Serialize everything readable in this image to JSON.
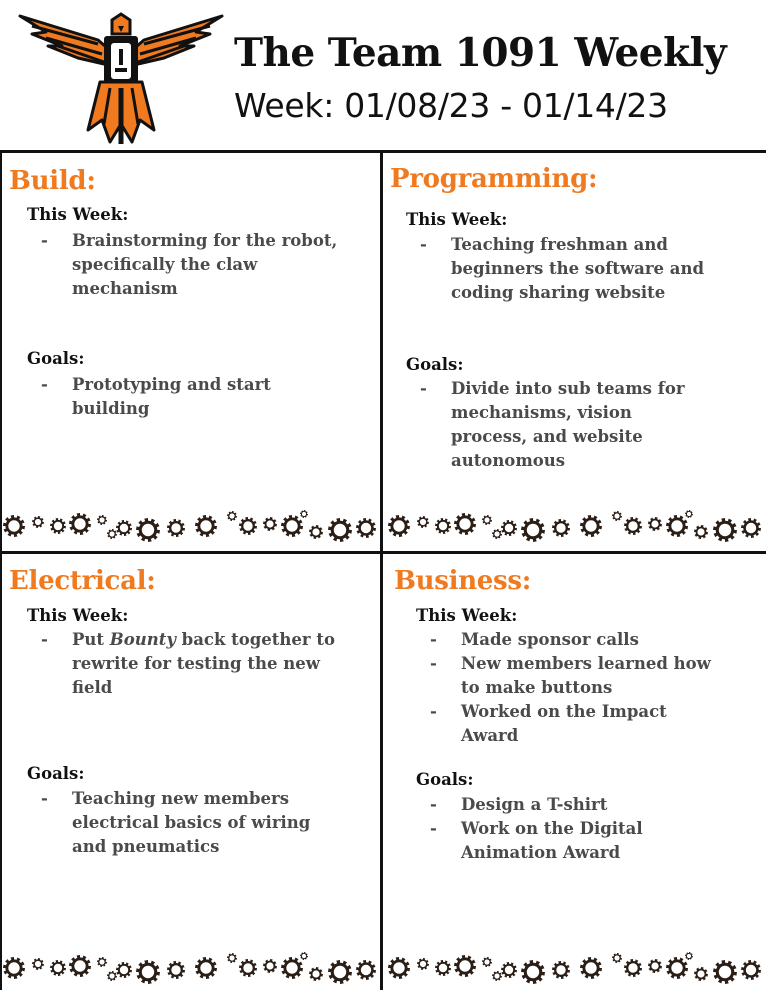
{
  "header": {
    "title": "The Team 1091 Weekly",
    "week": "Week: 01/08/23 - 01/14/23"
  },
  "colors": {
    "accent": "#f07a1f",
    "text": "#111111",
    "body": "#4a4a4a"
  },
  "icons": {
    "logo": "hawk-robot-logo-icon",
    "divider": "gear-chain-icon"
  },
  "sections": {
    "build": {
      "heading": "Build:",
      "this_week_label": "This Week:",
      "this_week": [
        {
          "l1": "Brainstorming for the robot,",
          "l2": "specifically the claw",
          "l3": "mechanism"
        }
      ],
      "goals_label": "Goals:",
      "goals": [
        {
          "l1": "Prototyping and start",
          "l2": "building"
        }
      ]
    },
    "programming": {
      "heading": "Programming:",
      "this_week_label": "This Week:",
      "this_week": [
        {
          "l1": "Teaching freshman and",
          "l2": "beginners the software and",
          "l3": "coding sharing website"
        }
      ],
      "goals_label": "Goals:",
      "goals": [
        {
          "l1": "Divide into sub teams for",
          "l2": "mechanisms, vision",
          "l3": "process, and website",
          "l4": "autonomous"
        }
      ]
    },
    "electrical": {
      "heading": "Electrical:",
      "this_week_label": "This Week:",
      "this_week": [
        {
          "pre": "Put ",
          "italic": "Bounty",
          "post": " back together to",
          "l2": "rewrite for testing the new",
          "l3": "field"
        }
      ],
      "goals_label": "Goals:",
      "goals": [
        {
          "l1": "Teaching new members",
          "l2": "electrical basics of wiring",
          "l3": "and pneumatics"
        }
      ]
    },
    "business": {
      "heading": "Business:",
      "this_week_label": "This Week:",
      "this_week": [
        {
          "l1": "Made sponsor calls"
        },
        {
          "l1": "New members learned how",
          "l2": "to make buttons"
        },
        {
          "l1": "Worked on the Impact",
          "l2": "Award"
        }
      ],
      "goals_label": "Goals:",
      "goals": [
        {
          "l1": "Design a T-shirt"
        },
        {
          "l1": "Work on the Digital",
          "l2": "Animation Award"
        }
      ]
    }
  }
}
